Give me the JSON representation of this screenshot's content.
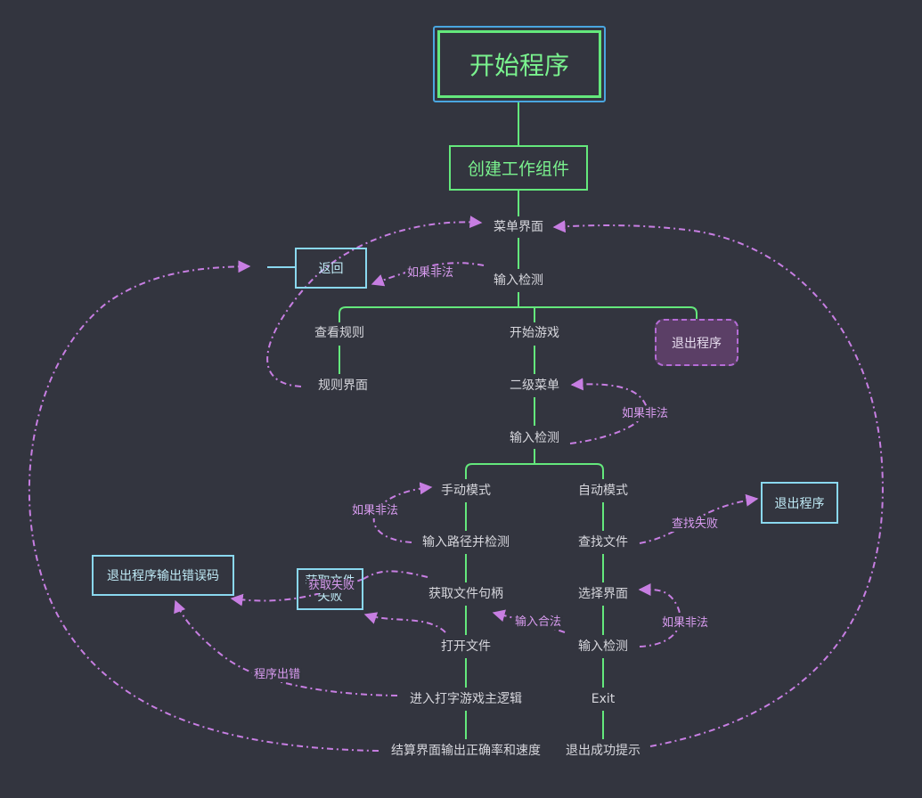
{
  "nodes": {
    "start": "开始程序",
    "create_widgets": "创建工作组件",
    "menu": "菜单界面",
    "input_check_main": "输入检测",
    "back": "返回",
    "view_rules": "查看规则",
    "start_game": "开始游戏",
    "exit_top": "退出程序",
    "rules_page": "规则界面",
    "sub_menu": "二级菜单",
    "input_check_sub": "输入检测",
    "manual_mode": "手动模式",
    "auto_mode": "自动模式",
    "input_path": "输入路径并检测",
    "find_file": "查找文件",
    "exit_right": "退出程序",
    "exit_error": "退出程序输出错误码",
    "fetch_failed": "获取文件失败",
    "get_handle": "获取文件句柄",
    "select_page": "选择界面",
    "open_file": "打开文件",
    "input_check_auto": "输入检测",
    "typing_logic": "进入打字游戏主逻辑",
    "exit_node": "Exit",
    "settlement": "结算界面输出正确率和速度",
    "exit_success": "退出成功提示"
  },
  "edge_labels": {
    "illegal_main": "如果非法",
    "illegal_sub": "如果非法",
    "illegal_manual": "如果非法",
    "find_failed": "查找失败",
    "fetch_failed_label": "获取失败",
    "input_valid": "输入合法",
    "illegal_auto": "如果非法",
    "program_error": "程序出错"
  },
  "colors": {
    "background": "#33353f",
    "green": "#64e87c",
    "cyan": "#8ad8ef",
    "purple": "#b56cd6",
    "root_outline": "#4aa6e0"
  }
}
